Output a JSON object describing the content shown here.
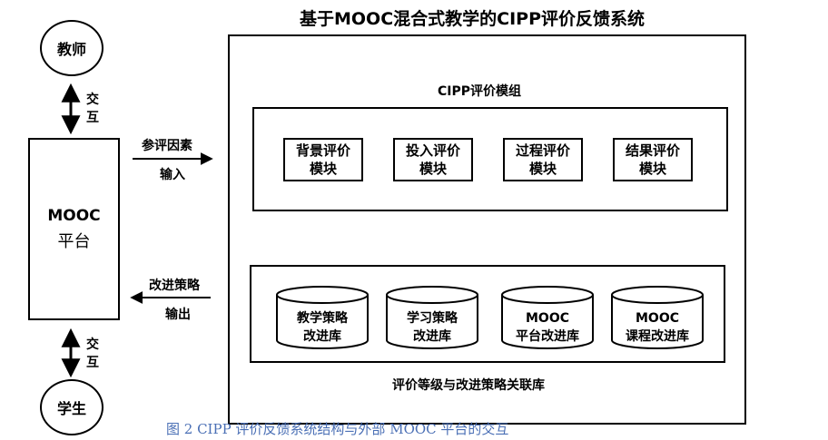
{
  "title": "基于MOOC混合式教学的CIPP评价反馈系统",
  "actors": {
    "teacher": "教师",
    "student": "学生",
    "interact_top": [
      "交",
      "互"
    ],
    "interact_bottom": [
      "交",
      "互"
    ]
  },
  "platform": {
    "line1": "MOOC",
    "line2": "平台"
  },
  "flows": {
    "input_top": "参评因素",
    "input_bottom": "输入",
    "output_top": "改进策略",
    "output_bottom": "输出"
  },
  "cipp_group": {
    "title": "CIPP评价模组",
    "modules": [
      {
        "line1": "背景评价",
        "line2": "模块"
      },
      {
        "line1": "投入评价",
        "line2": "模块"
      },
      {
        "line1": "过程评价",
        "line2": "模块"
      },
      {
        "line1": "结果评价",
        "line2": "模块"
      }
    ]
  },
  "library_group": {
    "title": "评价等级与改进策略关联库",
    "libraries": [
      {
        "line1": "教学策略",
        "line2": "改进库"
      },
      {
        "line1": "学习策略",
        "line2": "改进库"
      },
      {
        "line1": "MOOC",
        "line2": "平台改进库"
      },
      {
        "line1": "MOOC",
        "line2": "课程改进库"
      }
    ]
  },
  "caption": "图 2 CIPP 评价反馈系统结构与外部 MOOC 平台的交互"
}
